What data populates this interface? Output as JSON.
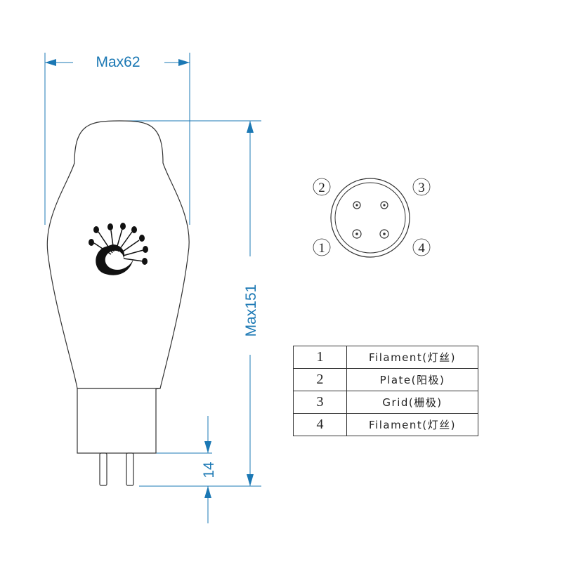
{
  "dimensions": {
    "width_label": "Max62",
    "height_label": "Max151",
    "pin_length_label": "14"
  },
  "pin_diagram": {
    "labels": [
      "1",
      "2",
      "3",
      "4"
    ]
  },
  "pin_table": {
    "rows": [
      {
        "pin": "1",
        "function": "Filament(灯丝)"
      },
      {
        "pin": "2",
        "function": "Plate(阳极)"
      },
      {
        "pin": "3",
        "function": "Grid(栅极)"
      },
      {
        "pin": "4",
        "function": "Filament(灯丝)"
      }
    ]
  },
  "colors": {
    "dimension_line": "#1b78b4",
    "outline": "#333333"
  }
}
